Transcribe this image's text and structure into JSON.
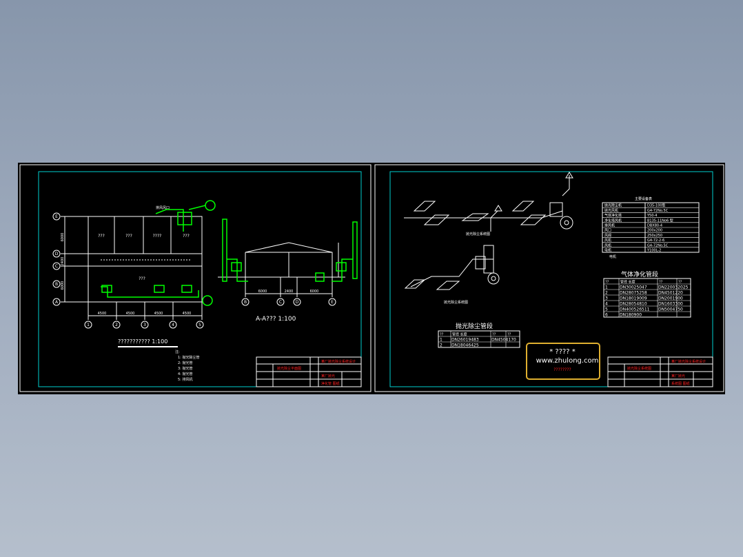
{
  "left_sheet": {
    "room_labels": [
      "???",
      "???",
      "????",
      "???"
    ],
    "main_room_label": "???",
    "axis_letters_left": [
      "E",
      "D",
      "C",
      "B",
      "A"
    ],
    "axis_numbers_bottom": [
      "1",
      "2",
      "3",
      "4",
      "5"
    ],
    "dims_bottom": [
      "4500",
      "4500",
      "4500",
      "4500"
    ],
    "dims_left": [
      "6000",
      "2400",
      "6000"
    ],
    "plan_title": "??????????? 1:100",
    "section_title": "A-A??? 1:100",
    "section_axes": [
      "B",
      "C",
      "D",
      "E"
    ],
    "section_dims": [
      "6000",
      "2400",
      "6000"
    ],
    "notes_header": "注:",
    "notes": [
      "1: 抛光除尘管",
      "2: 抛光管",
      "3: 抛光管",
      "4: 抛光管",
      "5: 排风机"
    ],
    "top_label": "排风风口"
  },
  "right_sheet": {
    "iso_label_1": "抛光除尘系统图",
    "iso_label_2": "抛光除尘系统图",
    "equip_table_title": "主要设备表",
    "equip_rows": [
      [
        "抛光除尘机",
        "D35-100型"
      ],
      [
        "抛光风机",
        "G4-72No.5C"
      ],
      [
        "气体净化塔",
        "Y50-4"
      ],
      [
        "净化塔风机",
        "B135-11No6 型"
      ],
      [
        "排风机",
        "DBX80-4"
      ],
      [
        "风口",
        "200x200"
      ],
      [
        "风阀",
        "250x250"
      ],
      [
        "风机",
        "G4-72-2-6"
      ],
      [
        "风机",
        "G4-72No.5C"
      ],
      [
        "电机",
        "Y100L-2"
      ]
    ],
    "equip_extra": "电机",
    "gas_title": "气体净化管段",
    "gas_header": [
      "??",
      "管径 长度",
      "??",
      "??"
    ],
    "gas_rows": [
      [
        "1",
        "DN30025047",
        "DN220032025"
      ],
      [
        "2",
        "DN28075258",
        "DN4501220"
      ],
      [
        "3",
        "DN18019009",
        "DN2001900"
      ],
      [
        "4",
        "DN28054810",
        "DN1603300"
      ],
      [
        "5",
        "DN400526511",
        "DN5004750"
      ],
      [
        "6",
        "DN180900",
        ""
      ]
    ],
    "polish_title": "抛光除尘管段",
    "polish_header": [
      "??",
      "管径 长度",
      "??",
      "??"
    ],
    "polish_rows": [
      [
        "1",
        "DN26019483",
        "DN4504170"
      ],
      [
        "2",
        "DN18046425",
        ""
      ]
    ]
  },
  "watermark": {
    "stars": "* ???? *",
    "url": "www.zhulong.com",
    "sub": "????????"
  },
  "title_block": {
    "left_project": "某厂抛光除尘系统设计",
    "left_drawing": "抛光除尘平面图",
    "left_sub1": "某厂抛光",
    "left_sub2": "净化管 图纸",
    "right_project": "某厂抛光除尘系统设计",
    "right_drawing": "抛光除尘系统图",
    "right_sub1": "某厂抛光",
    "right_sub2": "系统图 图纸"
  },
  "colors": {
    "background_top": "#8796ab",
    "frame": "#000000",
    "cyan": "#00d0d0",
    "white": "#ffffff",
    "green": "#00ff00",
    "red": "#ff2020",
    "yellow_border": "#e0b030"
  }
}
